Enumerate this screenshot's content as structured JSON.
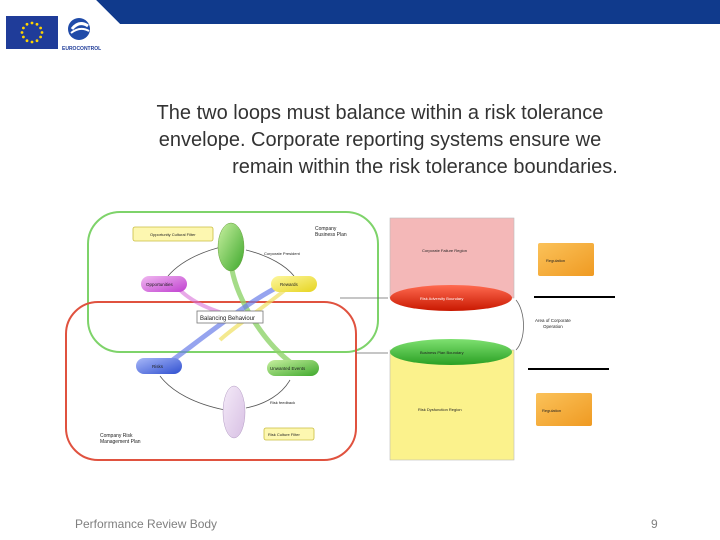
{
  "header": {
    "logo_caption": "EUROCONTROL"
  },
  "title": {
    "line1": "The two loops must balance within a risk tolerance",
    "line2": "envelope. Corporate reporting systems ensure we",
    "line3": "remain within the risk tolerance boundaries."
  },
  "diagram": {
    "company_business_plan": [
      "Company",
      "Business Plan"
    ],
    "company_risk_plan": [
      "Company Risk",
      "Management Plan"
    ],
    "opportunity_culture": "Opportunity Cultural Filter",
    "corporate_president": "Corporate President",
    "opportunities": "Opportunities",
    "rewards": "Rewards",
    "balancing_behaviour": "Balancing Behaviour",
    "risks": "Risks",
    "unwanted_events": "Unwanted Events",
    "risk_feedback": "Risk feedback",
    "risk_culture": "Risk Culture Filter",
    "corporate_failure_region": "Corporate Failure Region",
    "risk_adversity_boundary": "Risk Adversity Boundary",
    "business_plan_boundary": "Business Plan Boundary",
    "risk_dysfunction_region": "Risk Dysfunction Region",
    "area_corporate_operation": [
      "Area of Corporate",
      "Operation"
    ],
    "regulator_top": "Regulation",
    "regulator_bottom": "Regulation",
    "colors": {
      "green_loop": "#7ed36a",
      "red_loop": "#e0523f",
      "pink_region": "#f4b8b8",
      "yellow_region": "#fbf28c",
      "orange_box": "#f4a735",
      "band_red": "#e02a14",
      "band_green": "#3ec23a",
      "header_blue": "#103a8c"
    }
  },
  "footer": {
    "left": "Performance Review Body",
    "page": "9"
  }
}
